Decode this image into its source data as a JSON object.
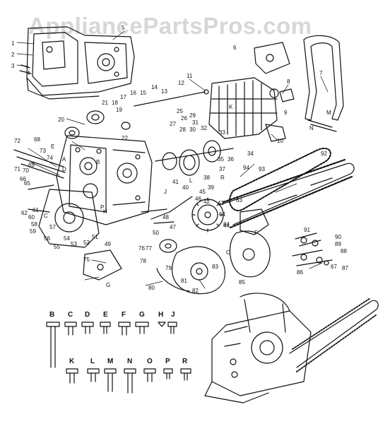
{
  "watermark": "AppliancePartsPros.com",
  "fastener_letters": [
    "B",
    "C",
    "D",
    "E",
    "F",
    "G",
    "H",
    "J",
    "K",
    "L",
    "M",
    "N",
    "O",
    "P",
    "R"
  ],
  "callouts": [
    "1",
    "2",
    "3",
    "4",
    "5",
    "6",
    "7",
    "8",
    "9",
    "10",
    "11",
    "12",
    "13",
    "14",
    "15",
    "16",
    "17",
    "18",
    "19",
    "20",
    "21",
    "22",
    "25",
    "26",
    "27",
    "28",
    "29",
    "30",
    "31",
    "32",
    "33",
    "34",
    "35",
    "36",
    "37",
    "38",
    "39",
    "40",
    "41",
    "42",
    "43",
    "44",
    "45",
    "46",
    "47",
    "48",
    "49",
    "50",
    "51",
    "52",
    "53",
    "54",
    "55",
    "56",
    "57",
    "58",
    "59",
    "60",
    "61",
    "62",
    "63",
    "64",
    "65",
    "66",
    "67",
    "68",
    "69",
    "70",
    "71",
    "72",
    "73",
    "74",
    "75",
    "76",
    "77",
    "78",
    "79",
    "80",
    "81",
    "82",
    "83",
    "84",
    "85",
    "86",
    "87",
    "88",
    "89",
    "90",
    "91",
    "92",
    "93",
    "94"
  ],
  "assembly_letters": [
    "A",
    "B",
    "C",
    "D",
    "E",
    "F",
    "G",
    "H",
    "J",
    "K",
    "L",
    "M",
    "N",
    "O",
    "P",
    "R"
  ]
}
